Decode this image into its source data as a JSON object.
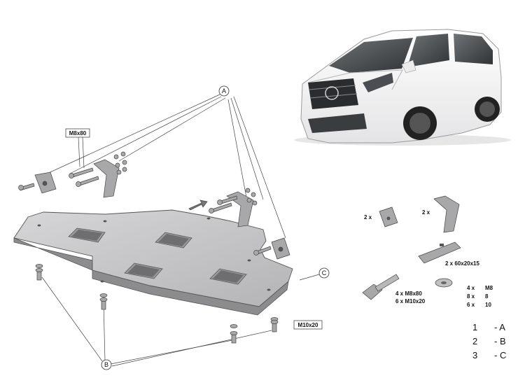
{
  "callouts": {
    "a": "A",
    "b": "B",
    "c": "C"
  },
  "fastener_labels": {
    "upper_bolt": "M8x80",
    "lower_bolt": "M10x20"
  },
  "kit": {
    "small_bracket_qty": "2 x",
    "large_bracket_qty": "2 x",
    "spacer": "2 x  60x20x15",
    "bolts": [
      "4 x   M8x80",
      "6 x   M10x20"
    ],
    "washers": [
      {
        "qty": "4 x",
        "size": "M8"
      },
      {
        "qty": "8 x",
        "size": "8"
      },
      {
        "qty": "6 x",
        "size": "10"
      }
    ]
  },
  "legend": [
    {
      "num": "1",
      "letter": "- A"
    },
    {
      "num": "2",
      "letter": "- B"
    },
    {
      "num": "3",
      "letter": "- C"
    }
  ],
  "colors": {
    "plate": "#c9c9cb",
    "plate_edge": "#555555",
    "metal": "#a8a8aa",
    "van_body": "#f2f2f2"
  }
}
